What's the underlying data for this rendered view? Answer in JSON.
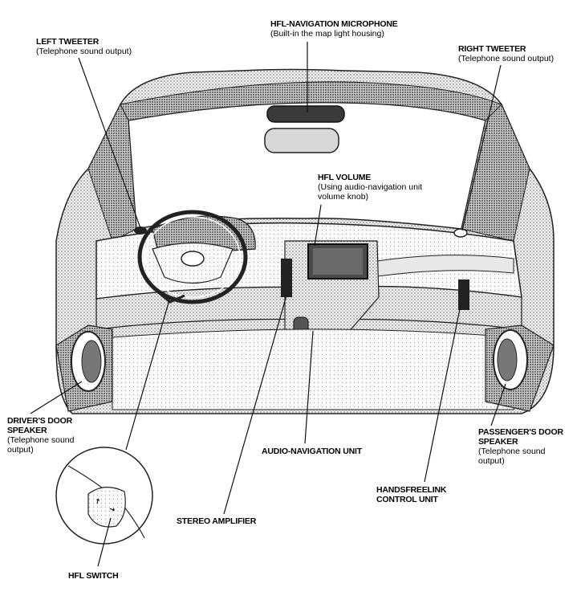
{
  "labels": {
    "hfl_nav_mic": {
      "title": "HFL-NAVIGATION MICROPHONE",
      "sub": "(Built-in the map light housing)"
    },
    "left_tweeter": {
      "title": "LEFT TWEETER",
      "sub": "(Telephone sound output)"
    },
    "right_tweeter": {
      "title": "RIGHT TWEETER",
      "sub": "(Telephone sound output)"
    },
    "hfl_volume": {
      "title": "HFL VOLUME",
      "sub1": "(Using audio-navigation unit",
      "sub2": "volume knob)"
    },
    "driver_door": {
      "title1": "DRIVER'S DOOR",
      "title2": "SPEAKER",
      "sub1": "(Telephone sound",
      "sub2": "output)"
    },
    "passenger_door": {
      "title1": "PASSENGER'S DOOR",
      "title2": "SPEAKER",
      "sub1": "(Telephone sound",
      "sub2": "output)"
    },
    "audio_nav_unit": {
      "title": "AUDIO-NAVIGATION UNIT"
    },
    "handsfreelink": {
      "title1": "HANDSFREELINK",
      "title2": "CONTROL UNIT"
    },
    "stereo_amp": {
      "title": "STEREO AMPLIFIER"
    },
    "hfl_switch": {
      "title": "HFL SWITCH"
    }
  }
}
